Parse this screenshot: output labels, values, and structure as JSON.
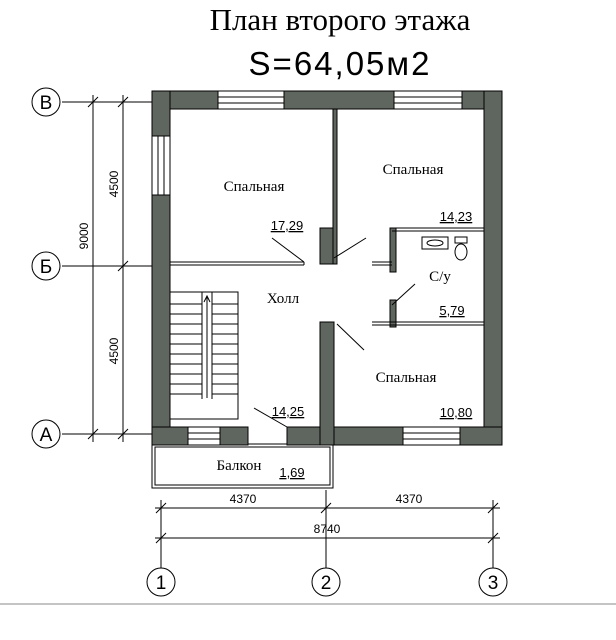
{
  "title": "План второго этажа",
  "area": "S=64,05м2",
  "rooms": {
    "bedroom_1": {
      "name": "Спальная",
      "area": "17,29"
    },
    "bedroom_2": {
      "name": "Спальная",
      "area": "14,23"
    },
    "bedroom_3": {
      "name": "Спальная",
      "area": "10,80"
    },
    "hall": {
      "name": "Холл",
      "area": "14,25"
    },
    "wc": {
      "name": "С/у",
      "area": "5,79"
    },
    "balcony": {
      "name": "Балкон",
      "area": "1,69"
    }
  },
  "axes": {
    "rows": [
      "В",
      "Б",
      "А"
    ],
    "columns": [
      "1",
      "2",
      "3"
    ]
  },
  "dimensions": {
    "vertical_total": "9000",
    "vertical_upper": "4500",
    "vertical_lower": "4500",
    "horizontal_left": "4370",
    "horizontal_right": "4370",
    "horizontal_total": "8740"
  }
}
